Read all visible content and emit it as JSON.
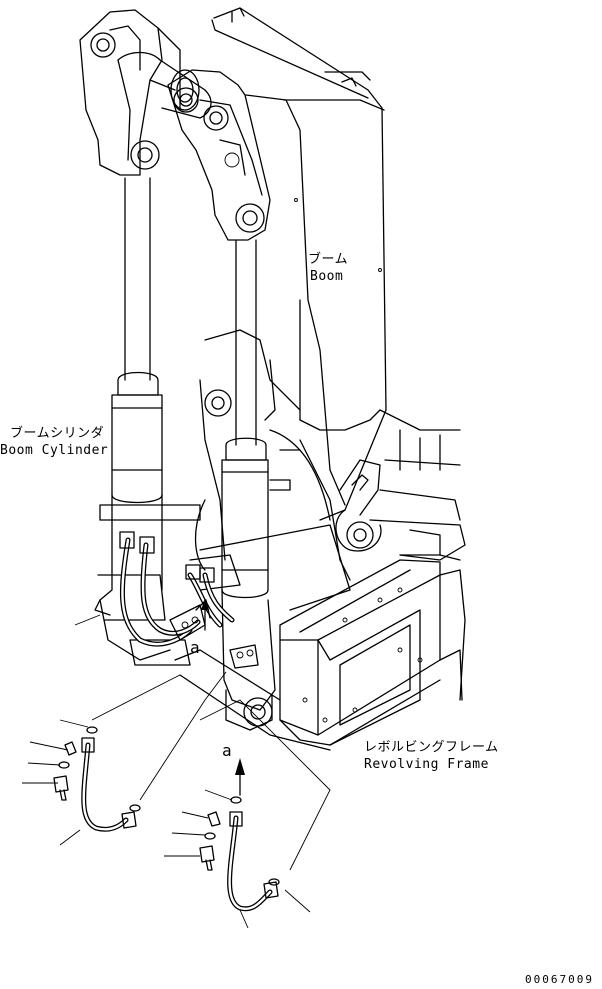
{
  "labels": {
    "boom_jp": "ブーム",
    "boom_en": "Boom",
    "boom_cylinder_jp": "ブームシリンダ",
    "boom_cylinder_en": "Boom Cylinder",
    "revolving_frame_jp": "レボルビングフレーム",
    "revolving_frame_en": "Revolving Frame",
    "view_mark_a": "a",
    "view_mark_a_detail": "a"
  },
  "document_number": "00067009"
}
